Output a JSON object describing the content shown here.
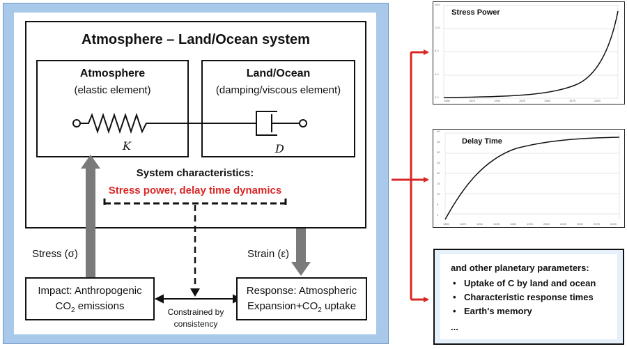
{
  "system": {
    "title": "Atmosphere – Land/Ocean system",
    "atmosphere": {
      "title": "Atmosphere",
      "subtitle": "(elastic element)",
      "symbol": "K"
    },
    "land_ocean": {
      "title": "Land/Ocean",
      "subtitle": "(damping/viscous element)",
      "symbol": "D"
    },
    "characteristics_label": "System characteristics:",
    "characteristics_value": "Stress power, delay time dynamics"
  },
  "stress_label": "Stress (σ)",
  "strain_label": "Strain (ε)",
  "impact": {
    "line1": "Impact: Anthropogenic",
    "line2_pre": "CO",
    "line2_sub": "2",
    "line2_post": " emissions"
  },
  "response": {
    "line1": "Response: Atmospheric",
    "line2_pre": "Expansion+CO",
    "line2_sub": "2",
    "line2_post": " uptake"
  },
  "constraint": {
    "line1": "Constrained by",
    "line2": "consistency"
  },
  "graphs": {
    "stress_power": {
      "title": "Stress Power",
      "y_ticks": [
        "16.0",
        "12.0",
        "8.0",
        "4.0",
        "0.0"
      ],
      "x_ticks": [
        "1850",
        "1875",
        "1900",
        "1925",
        "1950",
        "1975",
        "2000"
      ]
    },
    "delay_time": {
      "title": "Delay Time",
      "y_ticks": [
        "40",
        "35",
        "30",
        "25",
        "20",
        "15",
        "10",
        "5",
        "0"
      ],
      "x_ticks": [
        "1850",
        "1875",
        "1900",
        "1925",
        "1950",
        "1975",
        "2000",
        "2025",
        "2050",
        "2075",
        "2100"
      ]
    }
  },
  "parameters": {
    "heading": "and other planetary parameters:",
    "items": [
      "Uptake of C by land and ocean",
      "Characteristic response times",
      "Earth's memory"
    ],
    "ellipsis": "..."
  },
  "colors": {
    "panel": "#a9c9ea",
    "accent_red": "#d92626",
    "arrow_gray": "#7a7a7a",
    "list_bg": "#e6f0fb"
  }
}
